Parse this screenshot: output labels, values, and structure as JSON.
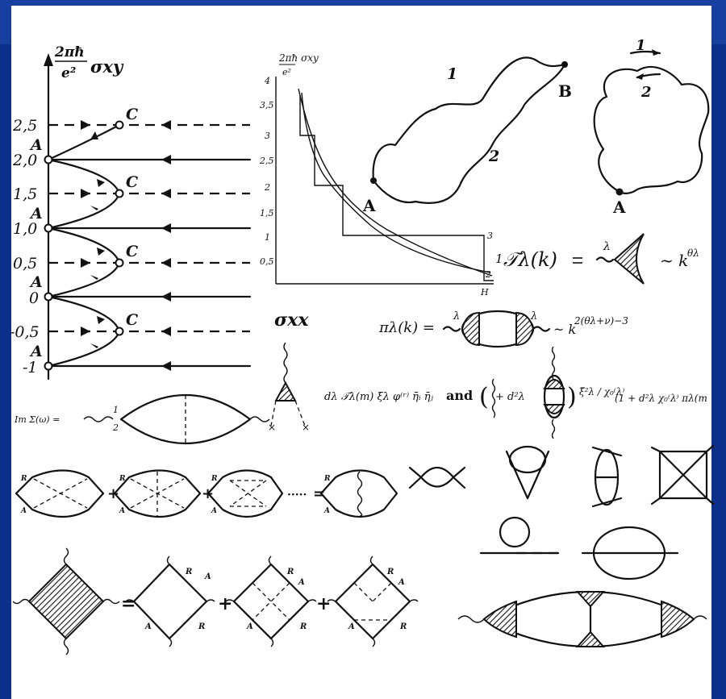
{
  "colors": {
    "frame": "#0d2f8c",
    "topbar": "#173f9f",
    "ink": "#111111"
  },
  "flow": {
    "ylabel_frac": "2πħ",
    "ylabel_den": "e²",
    "ylabel_sym": "σxy",
    "ticks": [
      "2,5",
      "2,0",
      "1,5",
      "1,0",
      "0,5",
      "0",
      "-0,5",
      "-1"
    ],
    "point_A": "A",
    "point_C": "C"
  },
  "staircase": {
    "ylabel": "2πħ σxy",
    "ylabel_den": "e²",
    "ticks": [
      "4",
      "3,5",
      "3",
      "2,5",
      "2",
      "1,5",
      "1",
      "0,5"
    ],
    "xlabel": "H",
    "curve_labels": [
      "3",
      "2"
    ]
  },
  "paths": {
    "label1": "1",
    "label2": "2",
    "labelA": "A",
    "labelB": "B"
  },
  "loop": {
    "label1": "1",
    "label2": "2",
    "labelA": "A"
  },
  "vertex": {
    "text_left": "𝒯λ(k)",
    "text_right": "~ k",
    "exp": "θλ",
    "prefix": "1",
    "lambda": "λ"
  },
  "polarization": {
    "text_left": "πλ(k) =",
    "text_right": "~ k",
    "exp": "2(θλ+ν)−3",
    "lambda": "λ"
  },
  "sigma_xx": {
    "label": "σxx"
  },
  "formula": {
    "part1": "dλ 𝒯λ(m) ξ̄λ φ⁽ʳ⁾ η̄ᵢ η̄ⱼ",
    "and": "and",
    "part2": "+ d²λ",
    "part3": "ξ̄²λ / χ₀⁽λ⁾",
    "part4": "(1 + d²λ χ₀⁽λ⁾ πλ(m"
  },
  "selfenergy": {
    "label": "Im Σ(ω) =",
    "labels": [
      "1",
      "2"
    ]
  },
  "ladder": {
    "plus": "+",
    "dots": "·····",
    "equals": "=",
    "R": "R",
    "A": "A"
  },
  "boxes": {
    "plus": "+",
    "equals": "=",
    "R": "R",
    "A": "A"
  }
}
